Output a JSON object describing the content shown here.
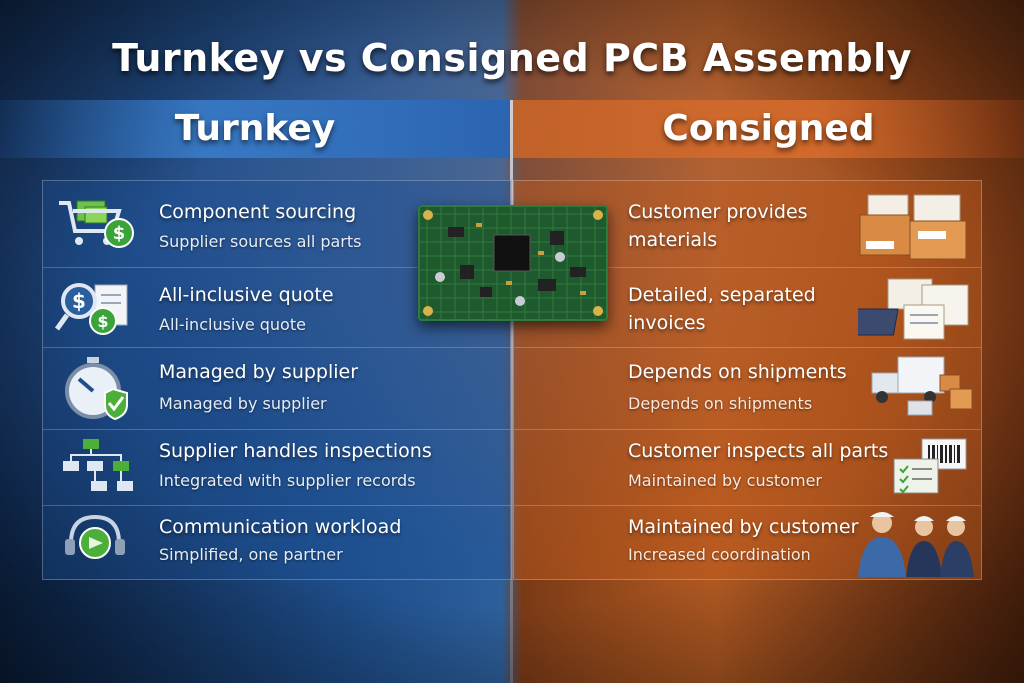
{
  "title": "Turnkey vs Consigned PCB Assembly",
  "columns": {
    "left": {
      "heading": "Turnkey",
      "rows": [
        {
          "title": "Component sourcing",
          "detail": "Supplier sources all parts",
          "icon": "shopping-cart-dollar-icon"
        },
        {
          "title": "All-inclusive quote",
          "detail": "All-inclusive quote",
          "icon": "magnifier-dollar-icon"
        },
        {
          "title": "Managed by supplier",
          "detail": "Managed by supplier",
          "icon": "stopwatch-shield-icon"
        },
        {
          "title": "Supplier handles inspections",
          "detail": "Integrated with supplier records",
          "icon": "flowchart-icon"
        },
        {
          "title": "Communication workload",
          "detail": "Simplified, one partner",
          "icon": "headset-icon"
        }
      ]
    },
    "right": {
      "heading": "Consigned",
      "rows": [
        {
          "title": "Customer provides",
          "title2": "materials",
          "detail": "",
          "icon": "boxes-icon"
        },
        {
          "title": "Detailed, separated",
          "title2": "invoices",
          "detail": "",
          "icon": "invoices-icon"
        },
        {
          "title": "Depends on shipments",
          "detail": "Depends on shipments",
          "icon": "delivery-truck-icon"
        },
        {
          "title": "Customer inspects all parts",
          "detail": "Maintained by customer",
          "icon": "barcode-checklist-icon"
        },
        {
          "title": "Maintained by customer",
          "detail": "Increased coordination",
          "icon": "team-meeting-icon"
        }
      ]
    }
  },
  "colors": {
    "turnkey": "#2d6cb5",
    "consigned": "#d06a2a",
    "pcb": "#1f5a2e"
  }
}
